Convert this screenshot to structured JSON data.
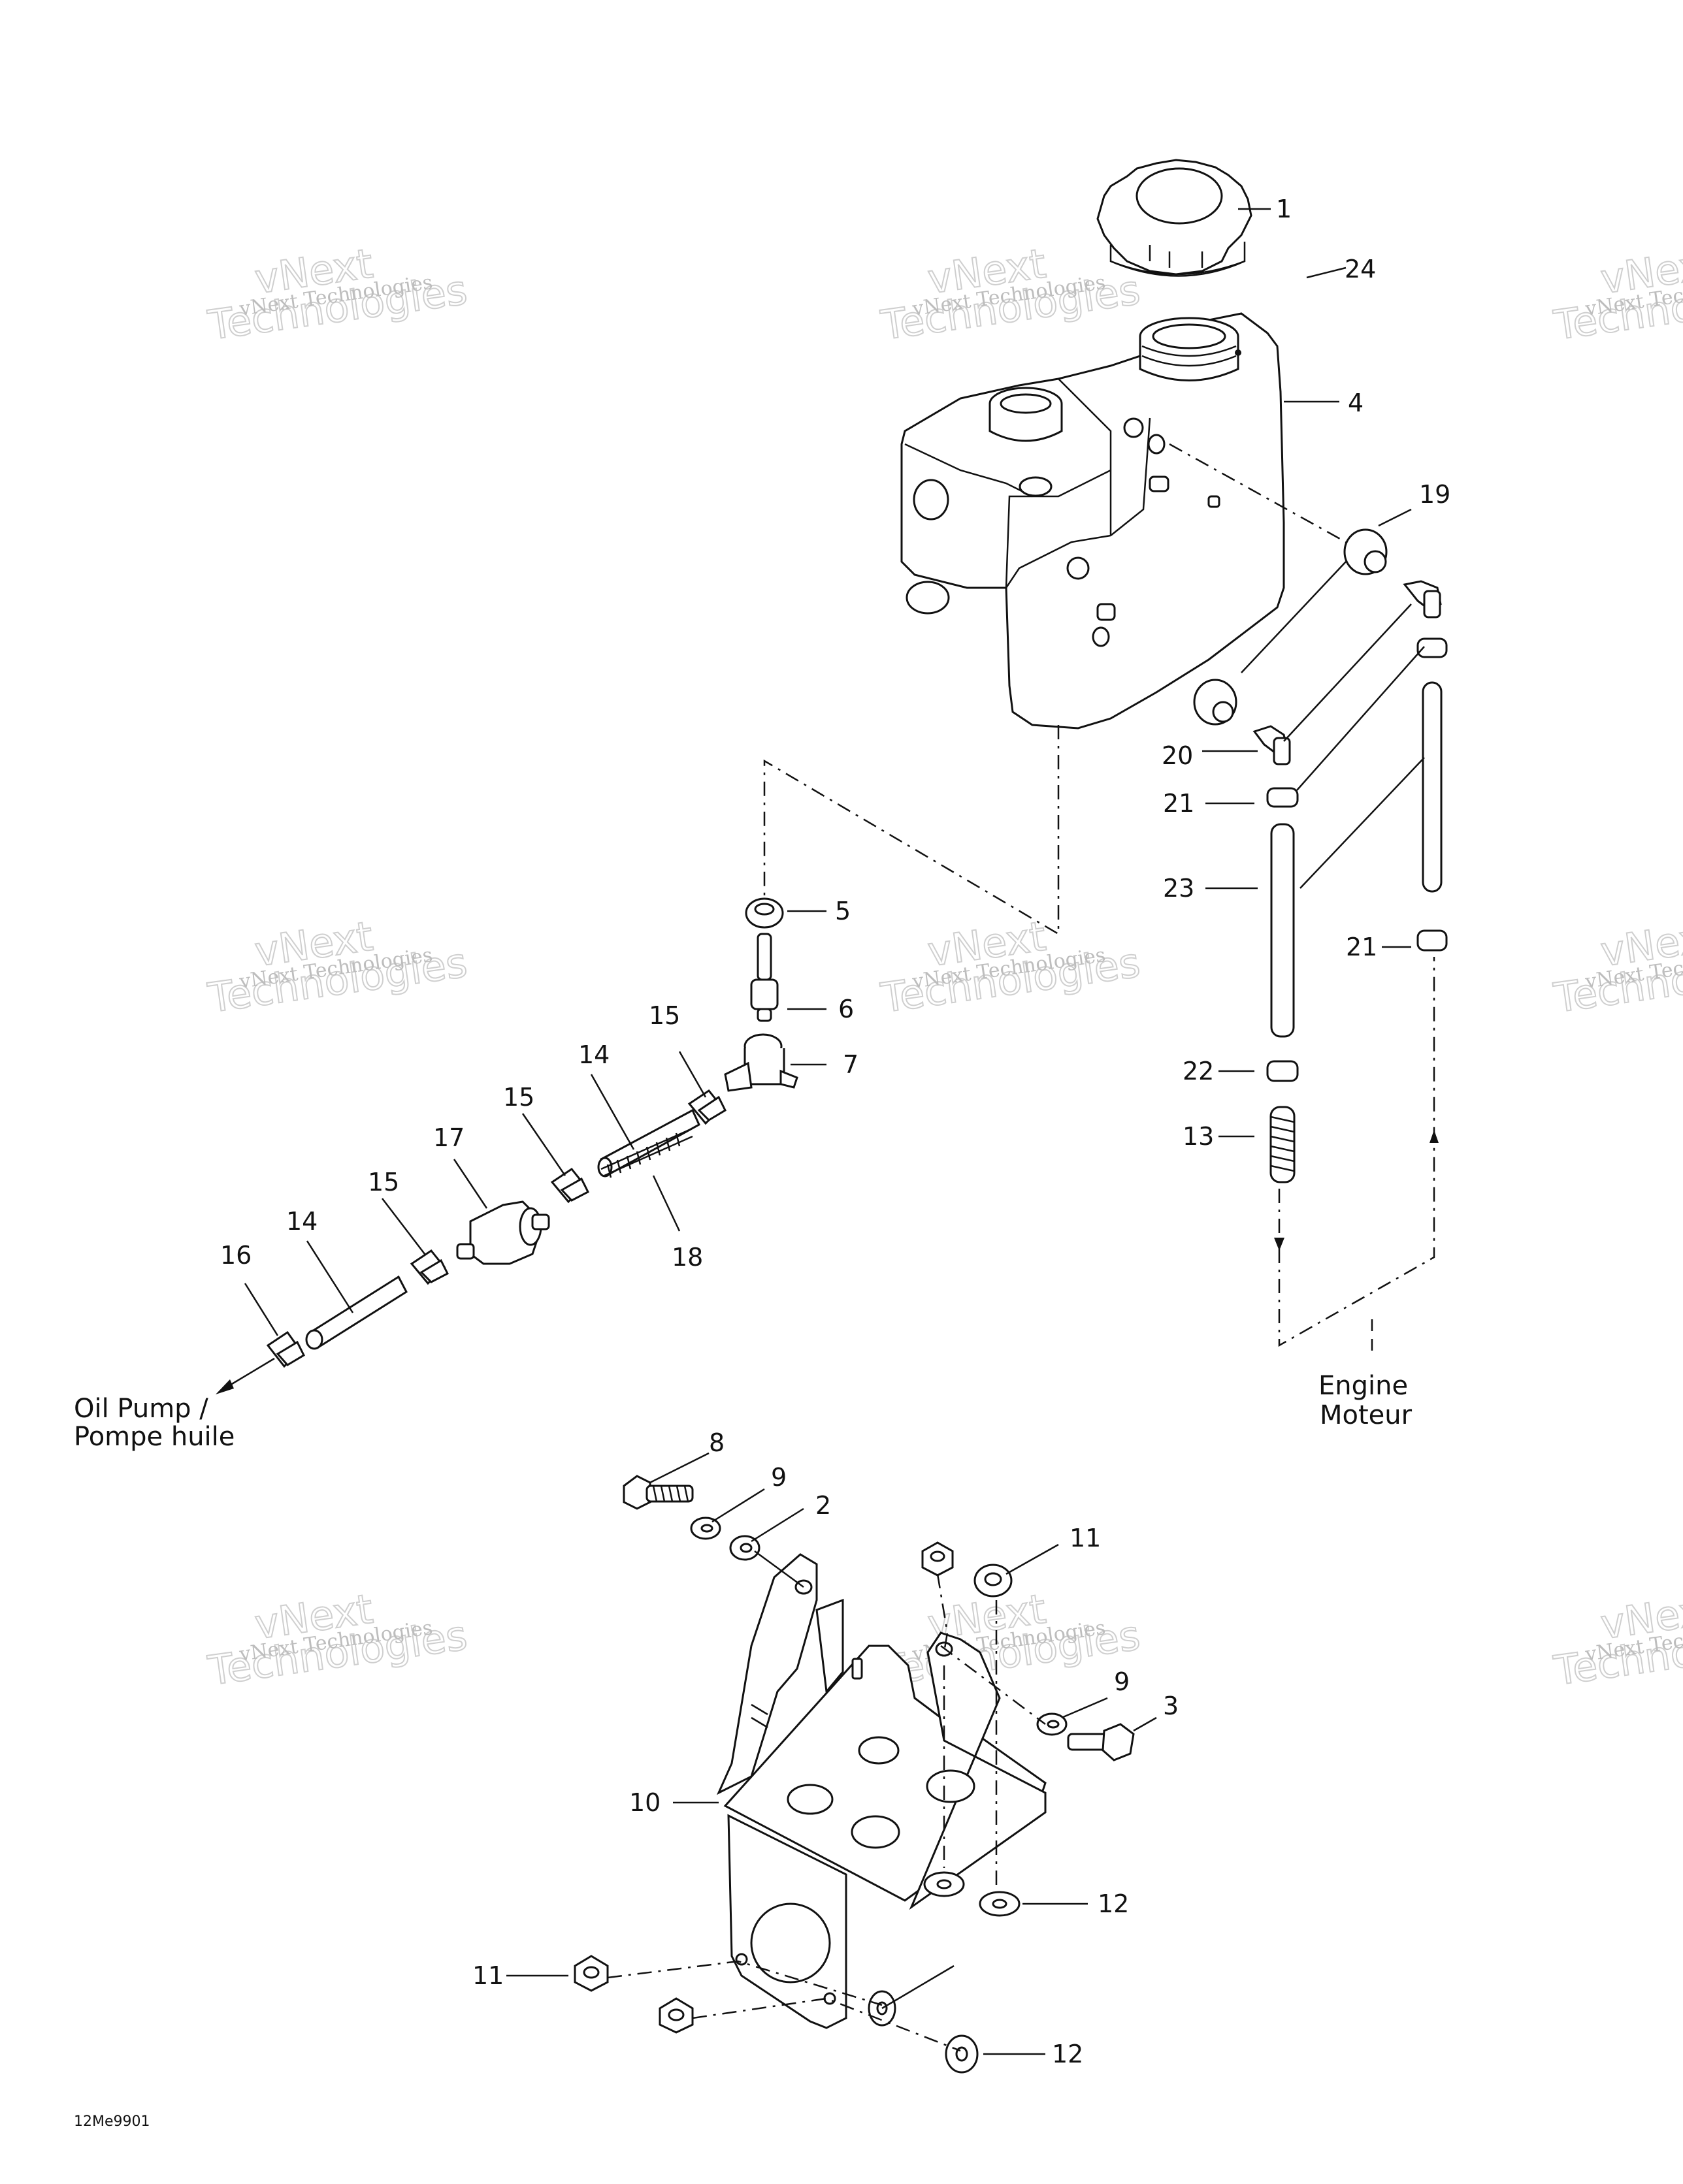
{
  "callouts": [
    {
      "id": "c1",
      "text": "1"
    },
    {
      "id": "c24",
      "text": "24"
    },
    {
      "id": "c4",
      "text": "4"
    },
    {
      "id": "c19",
      "text": "19"
    },
    {
      "id": "c20",
      "text": "20"
    },
    {
      "id": "c21a",
      "text": "21"
    },
    {
      "id": "c23",
      "text": "23"
    },
    {
      "id": "c21b",
      "text": "21"
    },
    {
      "id": "c22",
      "text": "22"
    },
    {
      "id": "c13",
      "text": "13"
    },
    {
      "id": "c5",
      "text": "5"
    },
    {
      "id": "c6",
      "text": "6"
    },
    {
      "id": "c7",
      "text": "7"
    },
    {
      "id": "c15a",
      "text": "15"
    },
    {
      "id": "c14a",
      "text": "14"
    },
    {
      "id": "c15b",
      "text": "15"
    },
    {
      "id": "c17",
      "text": "17"
    },
    {
      "id": "c15c",
      "text": "15"
    },
    {
      "id": "c14b",
      "text": "14"
    },
    {
      "id": "c16",
      "text": "16"
    },
    {
      "id": "c18",
      "text": "18"
    },
    {
      "id": "c8",
      "text": "8"
    },
    {
      "id": "c9a",
      "text": "9"
    },
    {
      "id": "c2",
      "text": "2"
    },
    {
      "id": "c11a",
      "text": "11"
    },
    {
      "id": "c9b",
      "text": "9"
    },
    {
      "id": "c3",
      "text": "3"
    },
    {
      "id": "c10",
      "text": "10"
    },
    {
      "id": "c12a",
      "text": "12"
    },
    {
      "id": "c11b",
      "text": "11"
    },
    {
      "id": "c12b",
      "text": "12"
    }
  ],
  "labels": {
    "engine_line1": "Engine",
    "engine_line2": "Moteur",
    "oil_pump_line1": "Oil Pump /",
    "oil_pump_line2": "Pompe huile"
  },
  "watermark": {
    "line1": "vNext Technologies",
    "line2": "vNext",
    "line3": "Technologies"
  },
  "diagram_code": "12Me9901"
}
